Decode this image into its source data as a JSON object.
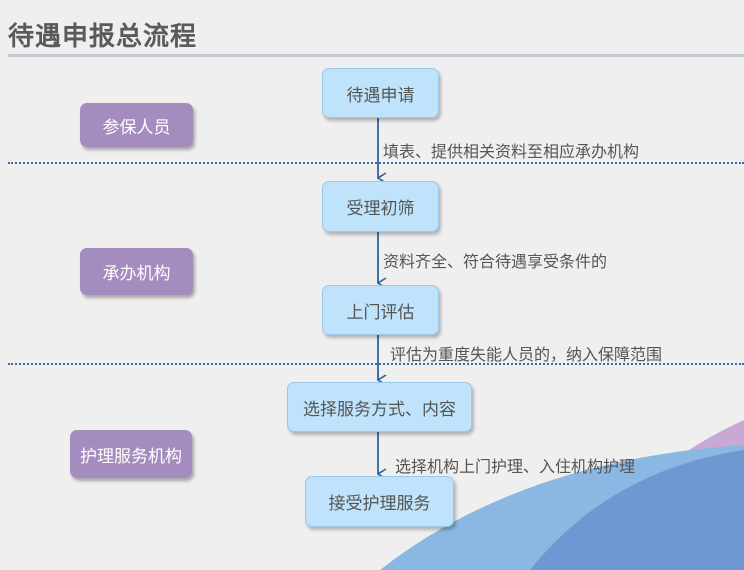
{
  "title": "待遇申报总流程",
  "roles": [
    "参保人员",
    "承办机构",
    "护理服务机构"
  ],
  "steps": [
    "待遇申请",
    "受理初筛",
    "上门评估",
    "选择服务方式、内容",
    "接受护理服务"
  ],
  "transitions": [
    "填表、提供相关资料至相应承办机构",
    "资料齐全、符合待遇享受条件的",
    "评估为重度失能人员的，纳入保障范围",
    "选择机构上门护理、入住机构护理"
  ],
  "colors": {
    "step": "#bfe3fb",
    "role": "#a48cbf",
    "arrow": "#2b64a0"
  }
}
